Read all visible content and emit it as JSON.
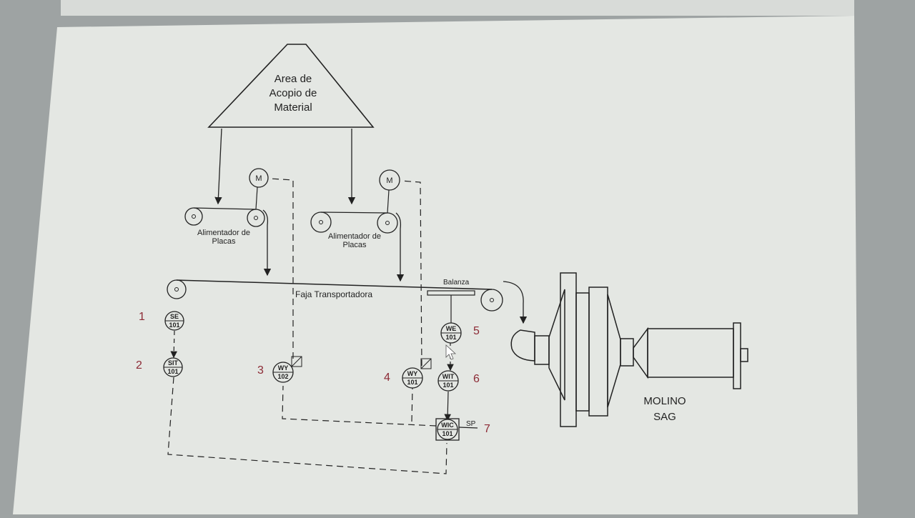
{
  "diagram": {
    "stockpile_label": [
      "Area de",
      "Acopio de",
      "Material"
    ],
    "motor_label": "M",
    "feeder_label": [
      "Alimentador de",
      "Placas"
    ],
    "conveyor_label": "Faja Transportadora",
    "scale_label": "Balanza",
    "mill_label": [
      "MOLINO",
      "SAG"
    ],
    "setpoint_label": "SP",
    "instruments": [
      {
        "id": "se101",
        "tag": "SE",
        "loop": "101",
        "number": "1"
      },
      {
        "id": "sit101",
        "tag": "SIT",
        "loop": "101",
        "number": "2"
      },
      {
        "id": "wy102",
        "tag": "WY",
        "loop": "102",
        "number": "3"
      },
      {
        "id": "wy101",
        "tag": "WY",
        "loop": "101",
        "number": "4"
      },
      {
        "id": "we101",
        "tag": "WE",
        "loop": "101",
        "number": "5"
      },
      {
        "id": "wit101",
        "tag": "WIT",
        "loop": "101",
        "number": "6"
      },
      {
        "id": "wic101",
        "tag": "WIC",
        "loop": "101",
        "number": "7"
      }
    ]
  },
  "colors": {
    "background": "#9ea3a3",
    "paper": "#e4e7e3",
    "ink": "#222222",
    "annotation": "#8c2a35"
  }
}
